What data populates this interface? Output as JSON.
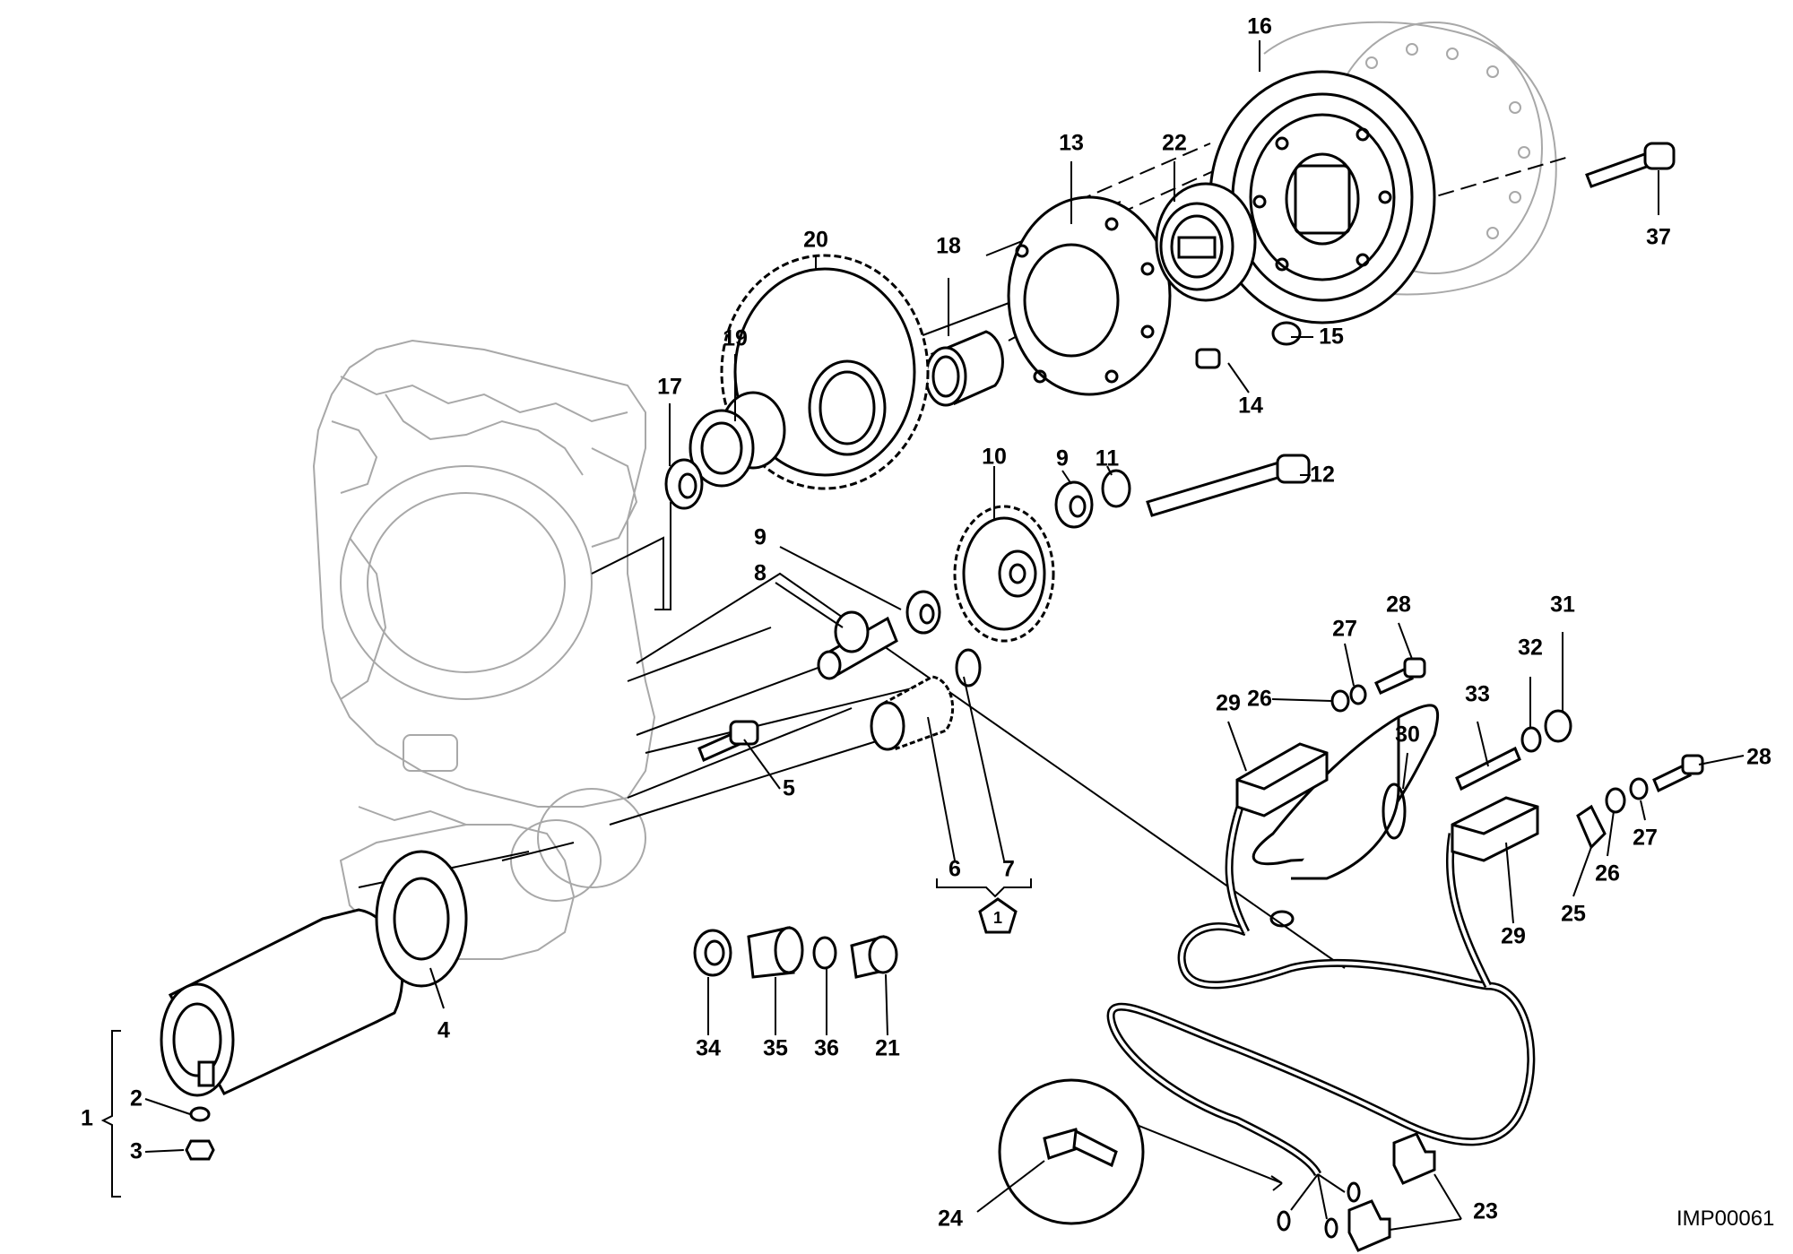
{
  "diagram": {
    "drawing_code": "IMP00061",
    "callouts": [
      {
        "id": "c1",
        "text": "1"
      },
      {
        "id": "c2",
        "text": "2"
      },
      {
        "id": "c3",
        "text": "3"
      },
      {
        "id": "c4",
        "text": "4"
      },
      {
        "id": "c5",
        "text": "5"
      },
      {
        "id": "c6",
        "text": "6"
      },
      {
        "id": "c7",
        "text": "7"
      },
      {
        "id": "c8",
        "text": "8"
      },
      {
        "id": "c9a",
        "text": "9"
      },
      {
        "id": "c9b",
        "text": "9"
      },
      {
        "id": "c10",
        "text": "10"
      },
      {
        "id": "c11",
        "text": "11"
      },
      {
        "id": "c12",
        "text": "12"
      },
      {
        "id": "c13",
        "text": "13"
      },
      {
        "id": "c14",
        "text": "14"
      },
      {
        "id": "c15",
        "text": "15"
      },
      {
        "id": "c16",
        "text": "16"
      },
      {
        "id": "c17",
        "text": "17"
      },
      {
        "id": "c18",
        "text": "18"
      },
      {
        "id": "c19",
        "text": "19"
      },
      {
        "id": "c20",
        "text": "20"
      },
      {
        "id": "c21",
        "text": "21"
      },
      {
        "id": "c22",
        "text": "22"
      },
      {
        "id": "c23",
        "text": "23"
      },
      {
        "id": "c24",
        "text": "24"
      },
      {
        "id": "c25",
        "text": "25"
      },
      {
        "id": "c26a",
        "text": "26"
      },
      {
        "id": "c26b",
        "text": "26"
      },
      {
        "id": "c27a",
        "text": "27"
      },
      {
        "id": "c27b",
        "text": "27"
      },
      {
        "id": "c28a",
        "text": "28"
      },
      {
        "id": "c28b",
        "text": "28"
      },
      {
        "id": "c29a",
        "text": "29"
      },
      {
        "id": "c29b",
        "text": "29"
      },
      {
        "id": "c30",
        "text": "30"
      },
      {
        "id": "c31",
        "text": "31"
      },
      {
        "id": "c32",
        "text": "32"
      },
      {
        "id": "c33",
        "text": "33"
      },
      {
        "id": "c34",
        "text": "34"
      },
      {
        "id": "c35",
        "text": "35"
      },
      {
        "id": "c36",
        "text": "36"
      },
      {
        "id": "c37",
        "text": "37"
      }
    ],
    "kit_badge": "1"
  }
}
